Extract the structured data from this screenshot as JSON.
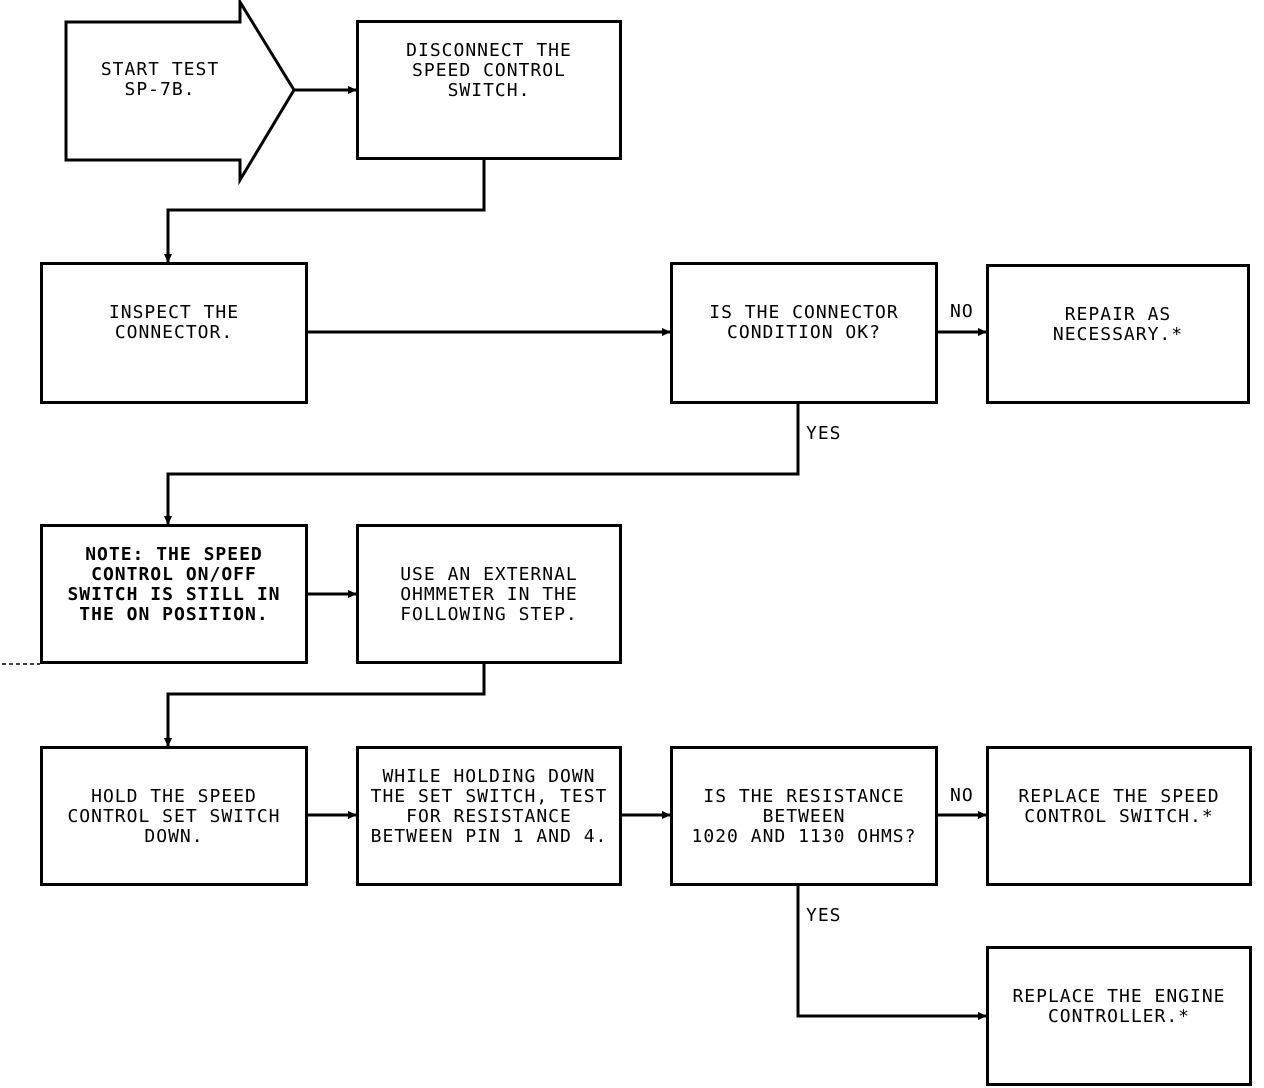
{
  "start": {
    "line1": "START TEST",
    "line2": "SP-7B."
  },
  "steps": {
    "disconnect": {
      "l1": "DISCONNECT THE",
      "l2": "SPEED CONTROL",
      "l3": "SWITCH."
    },
    "inspect": {
      "l1": "INSPECT THE",
      "l2": "CONNECTOR."
    },
    "connector_ok": {
      "l1": "IS THE CONNECTOR",
      "l2": "CONDITION OK?"
    },
    "repair": {
      "l1": "REPAIR AS",
      "l2": "NECESSARY.*"
    },
    "note": {
      "l1": "NOTE:  THE SPEED",
      "l2": "CONTROL ON/OFF",
      "l3": "SWITCH IS STILL IN",
      "l4": "THE ON POSITION."
    },
    "ohmmeter": {
      "l1": "USE AN EXTERNAL",
      "l2": "OHMMETER IN THE",
      "l3": "FOLLOWING STEP."
    },
    "hold": {
      "l1": "HOLD THE SPEED",
      "l2": "CONTROL SET SWITCH",
      "l3": "DOWN."
    },
    "while_holding": {
      "l1": "WHILE HOLDING DOWN",
      "l2": "THE SET SWITCH, TEST",
      "l3": "FOR RESISTANCE",
      "l4": "BETWEEN PIN 1 AND 4."
    },
    "resistance": {
      "l1": "IS THE RESISTANCE",
      "l2": "BETWEEN",
      "l3": "1020 AND 1130 OHMS?"
    },
    "replace_switch": {
      "l1": "REPLACE THE SPEED",
      "l2": "CONTROL SWITCH.*"
    },
    "replace_controller": {
      "l1": "REPLACE THE ENGINE",
      "l2": "CONTROLLER.*"
    }
  },
  "labels": {
    "no1": "NO",
    "yes1": "YES",
    "no2": "NO",
    "yes2": "YES"
  }
}
